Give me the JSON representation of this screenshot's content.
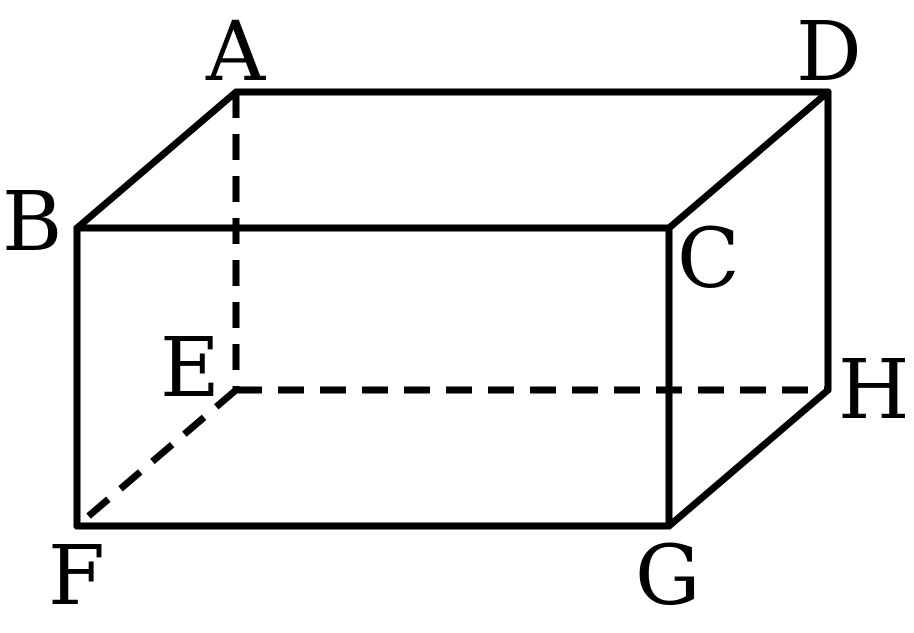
{
  "figure": {
    "kind": "rectangular-prism",
    "line_color": "#000000",
    "background": "#ffffff",
    "vertices": {
      "A": "A",
      "B": "B",
      "C": "C",
      "D": "D",
      "E": "E",
      "F": "F",
      "G": "G",
      "H": "H"
    },
    "visible_edges": [
      "AD",
      "AB",
      "BC",
      "CD",
      "BF",
      "CG",
      "DH",
      "FG",
      "GH"
    ],
    "hidden_edges": [
      "AE",
      "EF",
      "EH"
    ]
  }
}
